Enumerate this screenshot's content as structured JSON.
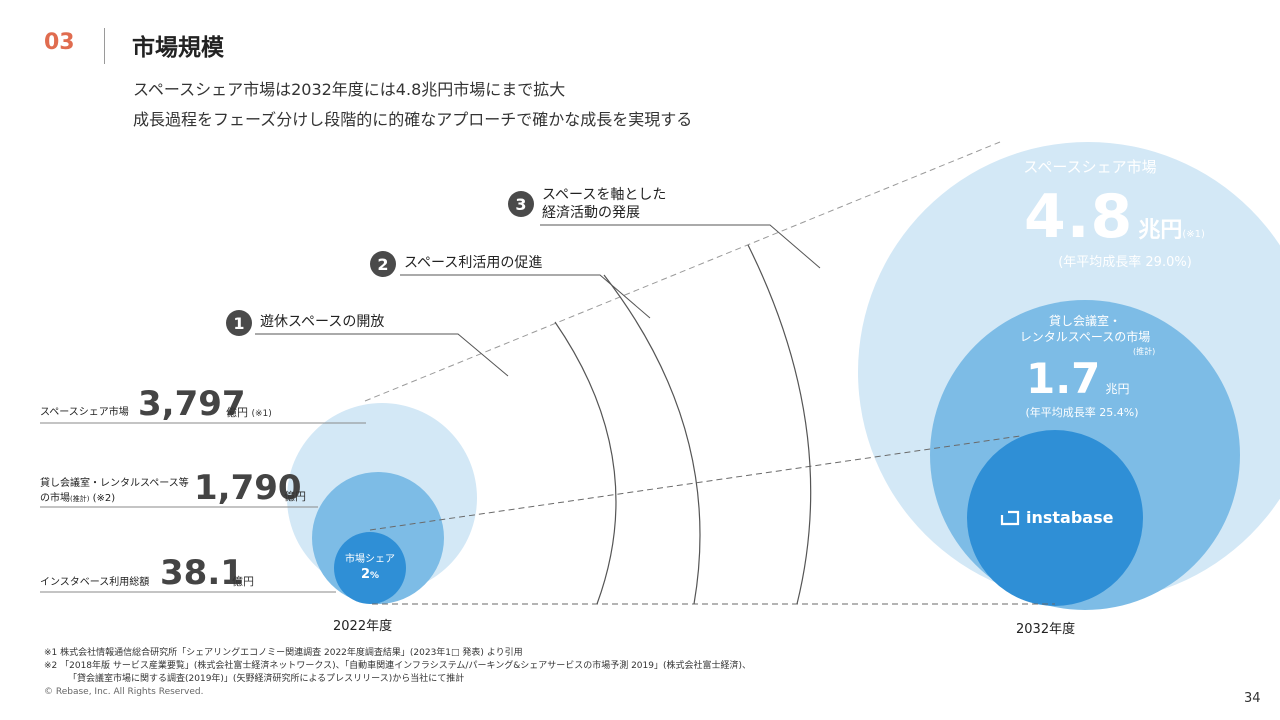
{
  "header": {
    "section_number": "03",
    "section_title": "市場規模",
    "lead_1": "スペースシェア市場は2032年度には4.8兆円市場にまで拡大",
    "lead_2": "成長過程をフェーズ分けし段階的に的確なアプローチで確かな成長を実現する"
  },
  "steps": [
    {
      "number": "1",
      "text_1": "遊休スペースの開放",
      "text_2": ""
    },
    {
      "number": "2",
      "text_1": "スペース利活用の促進",
      "text_2": ""
    },
    {
      "number": "3",
      "text_1": "スペースを軸とした",
      "text_2": "経済活動の発展"
    }
  ],
  "y2022": {
    "year_label": "2022年度",
    "share_market": {
      "label": "スペースシェア市場",
      "value": "3,797",
      "unit": "億円",
      "note": "(※1)"
    },
    "rental_market": {
      "label_1": "貸し会議室・レンタルスペース等",
      "label_2": "の市場",
      "label_2_small": "(推計)",
      "note": "(※2)",
      "value": "1,790",
      "unit": "億円"
    },
    "instabase": {
      "label": "インスタベース利用総額",
      "value": "38.1",
      "unit": "億円"
    },
    "share_bubble": {
      "label": "市場シェア",
      "value": "2",
      "unit": "%"
    }
  },
  "y2032": {
    "year_label": "2032年度",
    "share_market": {
      "label": "スペースシェア市場",
      "value": "4.8",
      "unit": "兆円",
      "note": "(※1)",
      "cagr": "(年平均成長率 29.0%)"
    },
    "rental_market": {
      "label_1": "貸し会議室・",
      "label_2": "レンタルスペースの市場",
      "note": "(推計)",
      "value": "1.7",
      "unit": "兆円",
      "cagr": "(年平均成長率 25.4%)"
    },
    "logo_text": "instabase"
  },
  "footnotes": {
    "note_1": "※1  株式会社情報通信総合研究所「シェアリングエコノミー関連調査 2022年度調査結果」(2023年1□ 発表) より引用",
    "note_2a": "※2  「2018年版 サービス産業要覧」(株式会社富士経済ネットワークス)、「自動車関連インフラシステム/パーキング&シェアサービスの市場予測 2019」(株式会社富士経済)、",
    "note_2b": "「貸会議室市場に関する調査(2019年)」(矢野経済研究所によるプレスリリース)から当社にて推計",
    "copyright": "© Rebase, Inc. All Rights Reserved.",
    "page_number": "34"
  },
  "colors": {
    "accent": "#e06c4f",
    "light_blue": "#d3e8f6",
    "mid_blue": "#7dbce6",
    "brand_blue": "#2f8fd6"
  }
}
